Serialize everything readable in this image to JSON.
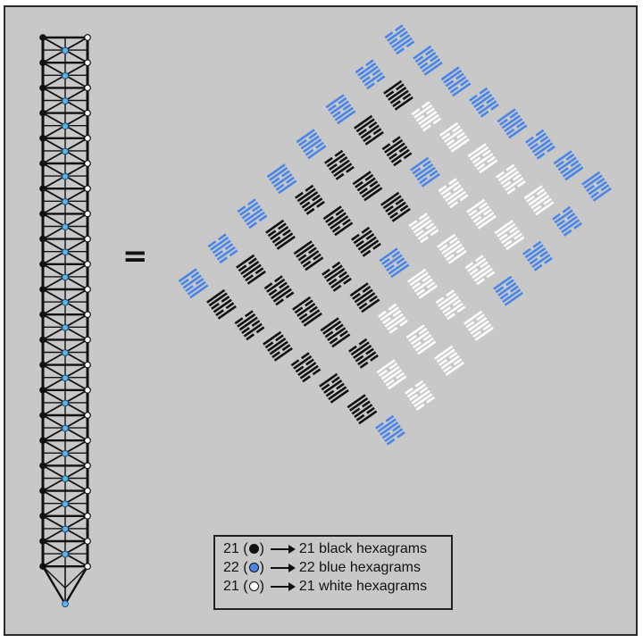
{
  "diagram": {
    "equals_sign": "=",
    "colors": {
      "background": "#c8c8c8",
      "black": "#111111",
      "blue": "#4a86e8",
      "white": "#ffffff",
      "node_blue": "#5bb5e6"
    },
    "tower": {
      "levels": 21,
      "node_colors": [
        "black",
        "blue",
        "white"
      ]
    },
    "hexagram_grid": {
      "rows": 8,
      "cols": 8,
      "cells": [
        [
          "blue",
          "blue",
          "blue",
          "blue",
          "blue",
          "blue",
          "blue",
          "blue"
        ],
        [
          "blue",
          "black",
          "white",
          "white",
          "white",
          "white",
          "white",
          "blue"
        ],
        [
          "blue",
          "black",
          "black",
          "blue",
          "white",
          "white",
          "white",
          "blue"
        ],
        [
          "blue",
          "black",
          "black",
          "black",
          "white",
          "white",
          "white",
          "blue"
        ],
        [
          "blue",
          "black",
          "black",
          "black",
          "blue",
          "white",
          "white",
          "white"
        ],
        [
          "blue",
          "black",
          "black",
          "black",
          "black",
          "white",
          "white",
          "white"
        ],
        [
          "blue",
          "black",
          "black",
          "black",
          "black",
          "black",
          "white",
          "white"
        ],
        [
          "blue",
          "black",
          "black",
          "black",
          "black",
          "black",
          "black",
          "blue"
        ]
      ]
    }
  },
  "legend": {
    "rows": [
      {
        "count": "21",
        "dot_color": "black",
        "open_paren": " (",
        "close_paren": ")",
        "text": "21 black hexagrams"
      },
      {
        "count": "22",
        "dot_color": "blue",
        "open_paren": " (",
        "close_paren": ")",
        "text": "22 blue hexagrams"
      },
      {
        "count": "21",
        "dot_color": "white",
        "open_paren": " (",
        "close_paren": ")",
        "text": "21 white hexagrams"
      }
    ]
  }
}
